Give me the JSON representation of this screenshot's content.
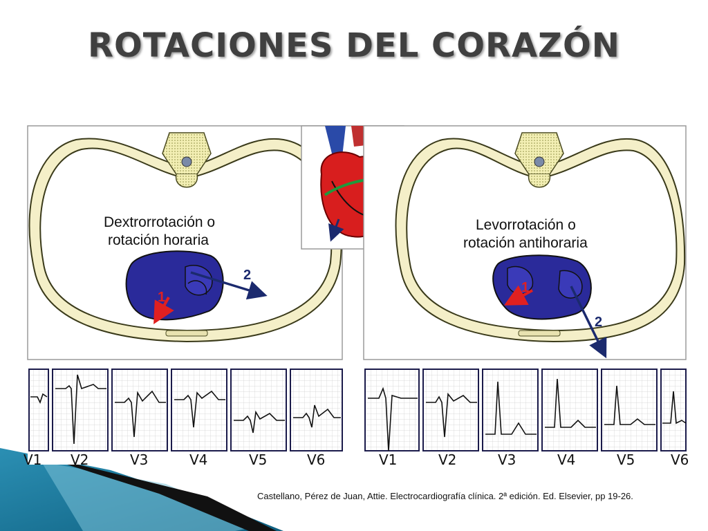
{
  "title": "ROTACIONES DEL CORAZÓN",
  "left_panel": {
    "label_line1": "Dextrorrotación o",
    "label_line2": "rotación horaria",
    "vector1": "1",
    "vector2": "2",
    "leads": [
      "V1",
      "V2",
      "V3",
      "V4",
      "V5",
      "V6"
    ]
  },
  "right_panel": {
    "label_line1": "Levorrotación o",
    "label_line2": "rotación antihoraria",
    "vector1": "1",
    "vector2": "2",
    "leads": [
      "V1",
      "V2",
      "V3",
      "V4",
      "V5",
      "V6"
    ]
  },
  "caption": "Castellano, Pérez de Juan, Attie. Electrocardiografía clínica. 2ª edición. Ed. Elsevier, pp 19-26.",
  "colors": {
    "title": "#404040",
    "heart_chamber": "#2a2a9a",
    "vector_arrow": "#1b2a6e",
    "red_vector": "#e02020",
    "rib_cage": "#f4efc8",
    "ecg_grid": "#c9c9c9",
    "heart_red": "#d81e1e",
    "rotation_arrow": "#1e9a3c"
  }
}
